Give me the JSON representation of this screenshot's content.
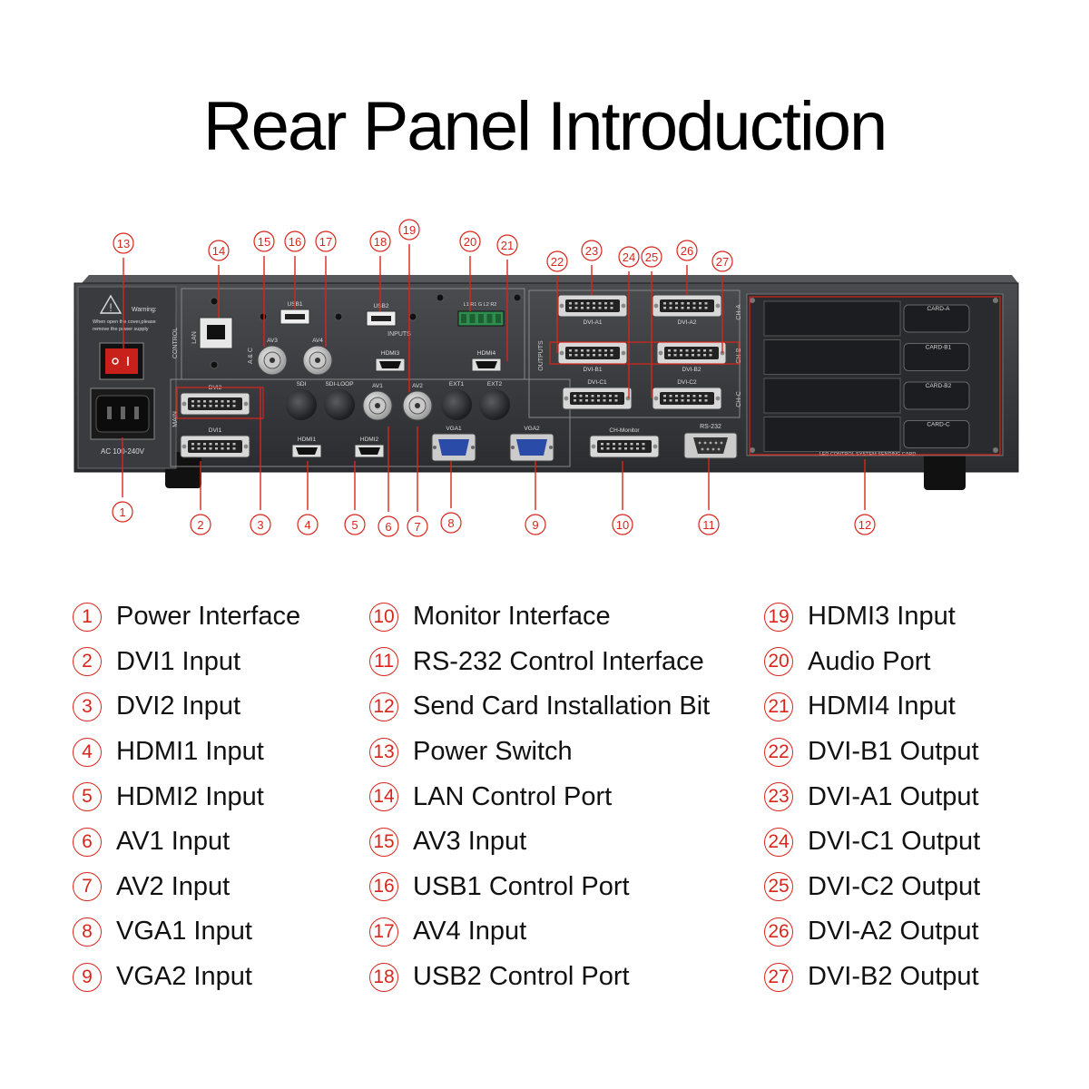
{
  "title": "Rear Panel Introduction",
  "device": {
    "warning_title": "Warning:",
    "warning_text_1": "When open the cover,please",
    "warning_text_2": "remove the power supply",
    "section_control": "CONTROL",
    "section_main": "MAIN",
    "section_asc": "A & C",
    "section_inputs": "INPUTS",
    "section_outputs": "OUTPUTS",
    "lan": "LAN",
    "ac_label": "AC 100-240V",
    "port_labels": {
      "usb1": "USB1",
      "usb2": "USB2",
      "av3": "AV3",
      "av4": "AV4",
      "hdmi3": "HDMI3",
      "hdmi4": "HDMI4",
      "dvi2": "DVI2",
      "dvi1": "DVI1",
      "sdi": "SDI",
      "sdi_loop": "SDI-LOOP",
      "av1": "AV1",
      "av2": "AV2",
      "ext1": "EXT1",
      "ext2": "EXT2",
      "hdmi1": "HDMI1",
      "hdmi2": "HDMI2",
      "vga1": "VGA1",
      "vga2": "VGA2",
      "monitor": "CH-Monitor",
      "rs232": "RS-232",
      "audio": "L1 R1 G L2 R2",
      "dvi_a1": "DVI-A1",
      "dvi_a2": "DVI-A2",
      "dvi_b1": "DVI-B1",
      "dvi_b2": "DVI-B2",
      "dvi_c1": "DVI-C1",
      "dvi_c2": "DVI-C2",
      "ch_a": "CH-A",
      "ch_b": "CH-B",
      "ch_c": "CH-C",
      "card_a": "CARD-A",
      "card_b1": "CARD-B1",
      "card_b2": "CARD-B2",
      "card_c": "CARD-C",
      "sending_card": "LED CONTROL SYSTEM SENDING CARD"
    }
  },
  "accent_color": "#d8261c",
  "legend": [
    {
      "num": "1",
      "label": "Power Interface"
    },
    {
      "num": "2",
      "label": "DVI1 Input"
    },
    {
      "num": "3",
      "label": "DVI2 Input"
    },
    {
      "num": "4",
      "label": "HDMI1 Input"
    },
    {
      "num": "5",
      "label": "HDMI2 Input"
    },
    {
      "num": "6",
      "label": "AV1 Input"
    },
    {
      "num": "7",
      "label": "AV2 Input"
    },
    {
      "num": "8",
      "label": "VGA1 Input"
    },
    {
      "num": "9",
      "label": "VGA2 Input"
    },
    {
      "num": "10",
      "label": "Monitor Interface"
    },
    {
      "num": "11",
      "label": "RS-232 Control Interface"
    },
    {
      "num": "12",
      "label": "Send Card Installation Bit"
    },
    {
      "num": "13",
      "label": "Power Switch"
    },
    {
      "num": "14",
      "label": "LAN Control Port"
    },
    {
      "num": "15",
      "label": "AV3 Input"
    },
    {
      "num": "16",
      "label": "USB1 Control Port"
    },
    {
      "num": "17",
      "label": "AV4 Input"
    },
    {
      "num": "18",
      "label": "USB2 Control Port"
    },
    {
      "num": "19",
      "label": "HDMI3 Input"
    },
    {
      "num": "20",
      "label": "Audio Port"
    },
    {
      "num": "21",
      "label": "HDMI4 Input"
    },
    {
      "num": "22",
      "label": "DVI-B1 Output"
    },
    {
      "num": "23",
      "label": "DVI-A1 Output"
    },
    {
      "num": "24",
      "label": "DVI-C1 Output"
    },
    {
      "num": "25",
      "label": "DVI-C2 Output"
    },
    {
      "num": "26",
      "label": "DVI-A2 Output"
    },
    {
      "num": "27",
      "label": "DVI-B2 Output"
    }
  ]
}
